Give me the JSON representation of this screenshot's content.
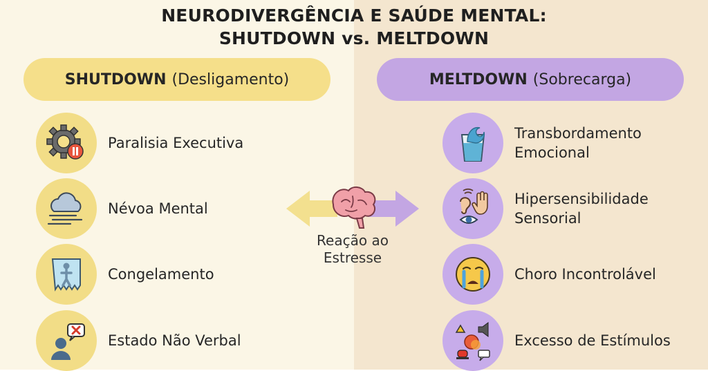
{
  "title": {
    "line1": "NEURODIVERGÊNCIA E SAÚDE MENTAL:",
    "line2": "SHUTDOWN vs. MELTDOWN"
  },
  "left": {
    "heading_bold": "SHUTDOWN",
    "heading_rest": "(Desligamento)",
    "color": "#f5df8a",
    "items": [
      {
        "label": "Paralisia Executiva",
        "icon": "gear-pause-icon"
      },
      {
        "label": "Névoa Mental",
        "icon": "cloud-fog-icon"
      },
      {
        "label": "Congelamento",
        "icon": "frozen-person-icon"
      },
      {
        "label": "Estado Não Verbal",
        "icon": "person-no-speech-icon"
      }
    ]
  },
  "right": {
    "heading_bold": "MELTDOWN",
    "heading_rest": "(Sobrecarga)",
    "color": "#c3a6e3",
    "items": [
      {
        "label_line1": "Transbordamento",
        "label_line2": "Emocional",
        "icon": "overflowing-glass-icon"
      },
      {
        "label_line1": "Hipersensibilidade",
        "label_line2": "Sensorial",
        "icon": "ear-eye-hand-icon"
      },
      {
        "label_line1": "Choro Incontrolável",
        "label_line2": "",
        "icon": "crying-face-icon"
      },
      {
        "label_line1": "Excesso de Estímulos",
        "label_line2": "",
        "icon": "stimuli-overload-icon"
      }
    ]
  },
  "center": {
    "line1": "Reação ao",
    "line2": "Estresse",
    "icon": "brain-icon"
  }
}
